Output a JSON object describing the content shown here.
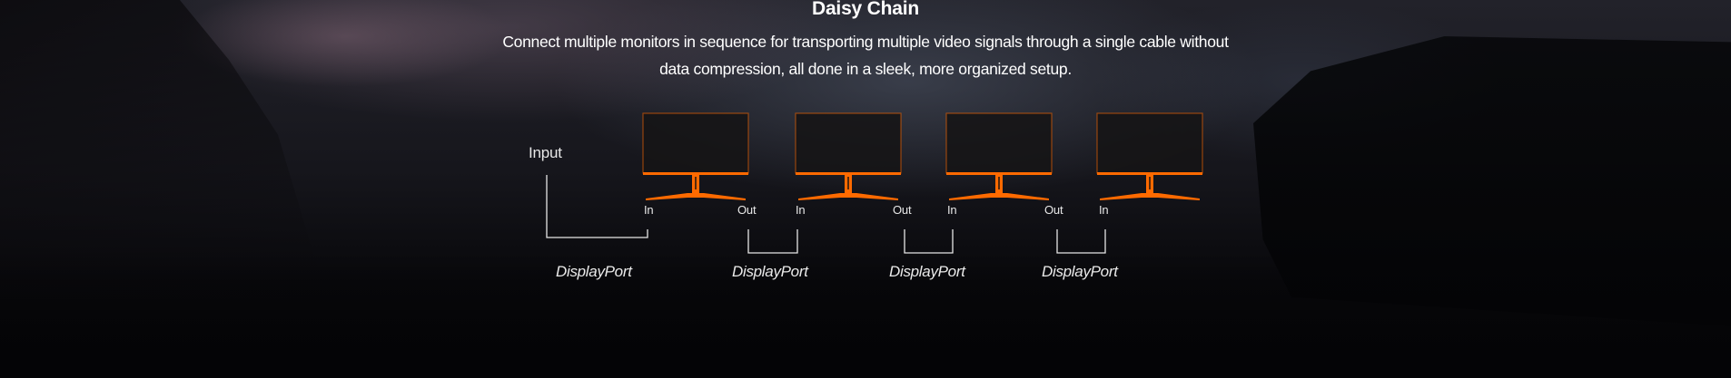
{
  "section": {
    "title": "Daisy Chain",
    "description": "Connect multiple monitors in sequence for transporting multiple video signals through a single cable without data compression, all done in a sleek, more organized setup."
  },
  "diagram": {
    "input_label": "Input",
    "accent_color": "#ff6a00",
    "monitors": [
      {
        "in_label": "In",
        "out_label": "Out"
      },
      {
        "in_label": "In",
        "out_label": "Out"
      },
      {
        "in_label": "In",
        "out_label": "Out"
      },
      {
        "in_label": "In"
      }
    ],
    "connections": [
      {
        "label": "DisplayPort"
      },
      {
        "label": "DisplayPort"
      },
      {
        "label": "DisplayPort"
      },
      {
        "label": "DisplayPort"
      }
    ]
  }
}
